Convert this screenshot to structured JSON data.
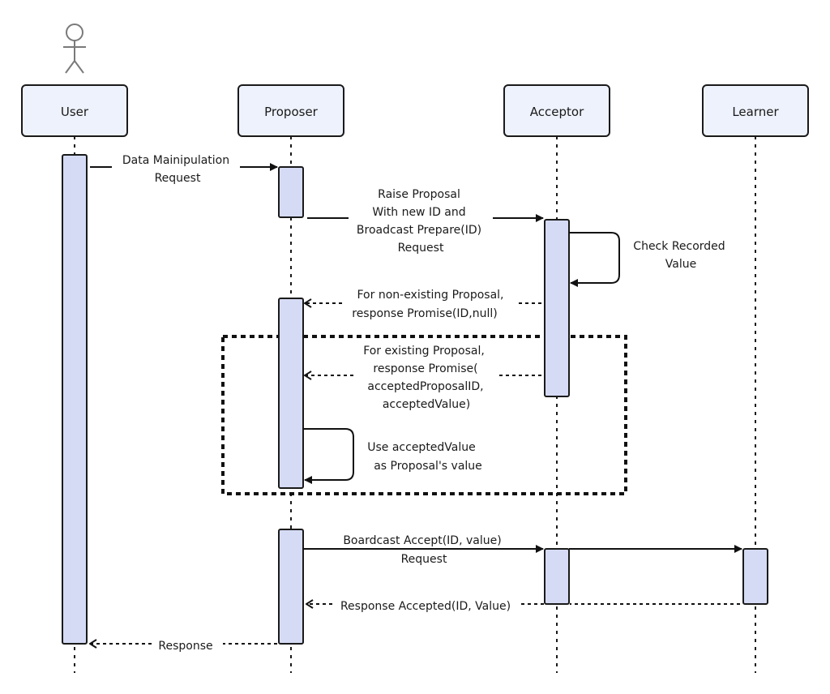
{
  "participants": {
    "user": "User",
    "proposer": "Proposer",
    "acceptor": "Acceptor",
    "learner": "Learner"
  },
  "messages": {
    "m1": [
      "Data Mainipulation",
      "Request"
    ],
    "m2": [
      "Raise Proposal",
      "With new ID and",
      "Broadcast Prepare(ID)",
      "Request"
    ],
    "m3": [
      "Check Recorded",
      "Value"
    ],
    "m4": [
      "For non-existing Proposal,",
      "response Promise(ID,null)"
    ],
    "m5": [
      "For existing Proposal,",
      "response Promise(",
      "acceptedProposalID,",
      "acceptedValue)"
    ],
    "m6": [
      "Use acceptedValue",
      "as Proposal's value"
    ],
    "m7": [
      "Boardcast Accept(ID, value)",
      "Request"
    ],
    "m8": [
      "Response Accepted(ID, Value)"
    ],
    "m9": [
      "Response"
    ]
  }
}
